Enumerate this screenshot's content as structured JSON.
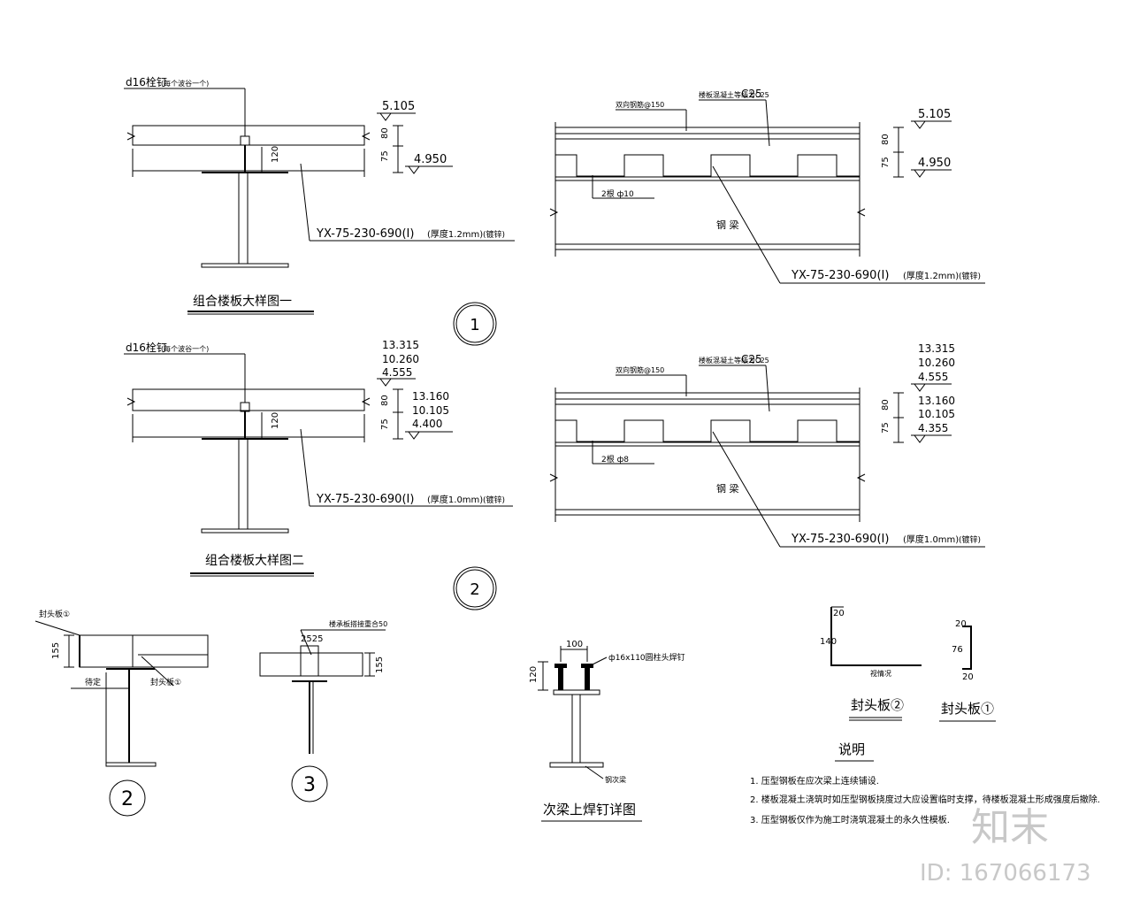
{
  "details": {
    "one": {
      "title": "组合楼板大样图一",
      "circle": "1",
      "stud_note": "d16栓钉",
      "stud_sub": "(每个波谷一个)",
      "elev_top": "5.105",
      "elev_bot": "4.950",
      "dim_top": "80",
      "dim_bot": "75",
      "dim_stud": "120",
      "deck_spec": "YX-75-230-690(I)",
      "deck_thk": "(厚度1.2mm)",
      "deck_note": "(镀锌)",
      "rebar_top": "双向钢筋@150",
      "concrete": "楼板混凝土等级为C25",
      "rebar_bot": "2根 ф10",
      "beam": "钢  梁"
    },
    "two": {
      "title": "组合楼板大样图二",
      "circle": "2",
      "stud_note": "d16栓钉",
      "stud_sub": "(每个波谷一个)",
      "elevs_top": [
        "13.315",
        "10.260",
        "4.555"
      ],
      "elevs_bot": [
        "13.160",
        "10.105",
        "4.400"
      ],
      "elevs_bot_right": [
        "13.160",
        "10.105",
        "4.355"
      ],
      "dim_top": "80",
      "dim_bot": "75",
      "dim_stud": "120",
      "deck_spec": "YX-75-230-690(I)",
      "deck_thk": "(厚度1.0mm)",
      "deck_note": "(镀锌)",
      "rebar_top": "双向钢筋@150",
      "concrete": "楼板混凝土等级为C25",
      "rebar_bot": "2根 ф8",
      "beam": "钢  梁"
    }
  },
  "edge": {
    "circle": "2",
    "end_plate": "封头板①",
    "end_plate_b": "封头板①",
    "dim": "155",
    "fix_label": "待定"
  },
  "joint": {
    "circle": "3",
    "note": "楼承板搭接重合50",
    "dim": "155",
    "dim_small": "2525"
  },
  "stud": {
    "title": "次梁上焊钉详图",
    "dim_w": "100",
    "dim_h": "120",
    "note": "ф16x110圆柱头焊钉",
    "beam_label": "钢次梁"
  },
  "plate2": {
    "dim_a": "20",
    "dim_b": "140",
    "note": "视情况",
    "title": "封头板②"
  },
  "plate1": {
    "dim_a": "20",
    "dim_b": "76",
    "dim_c": "20",
    "title": "封头板①"
  },
  "notes": {
    "heading": "说明",
    "items": [
      "1. 压型钢板在应次梁上连续铺设.",
      "2. 楼板混凝土浇筑时如压型钢板挠度过大应设置临时支撑，待楼板混凝土形成强度后撤除.",
      "3. 压型钢板仅作为施工时浇筑混凝土的永久性模板."
    ]
  },
  "watermark": {
    "brand": "知末",
    "id": "ID: 167066173"
  }
}
